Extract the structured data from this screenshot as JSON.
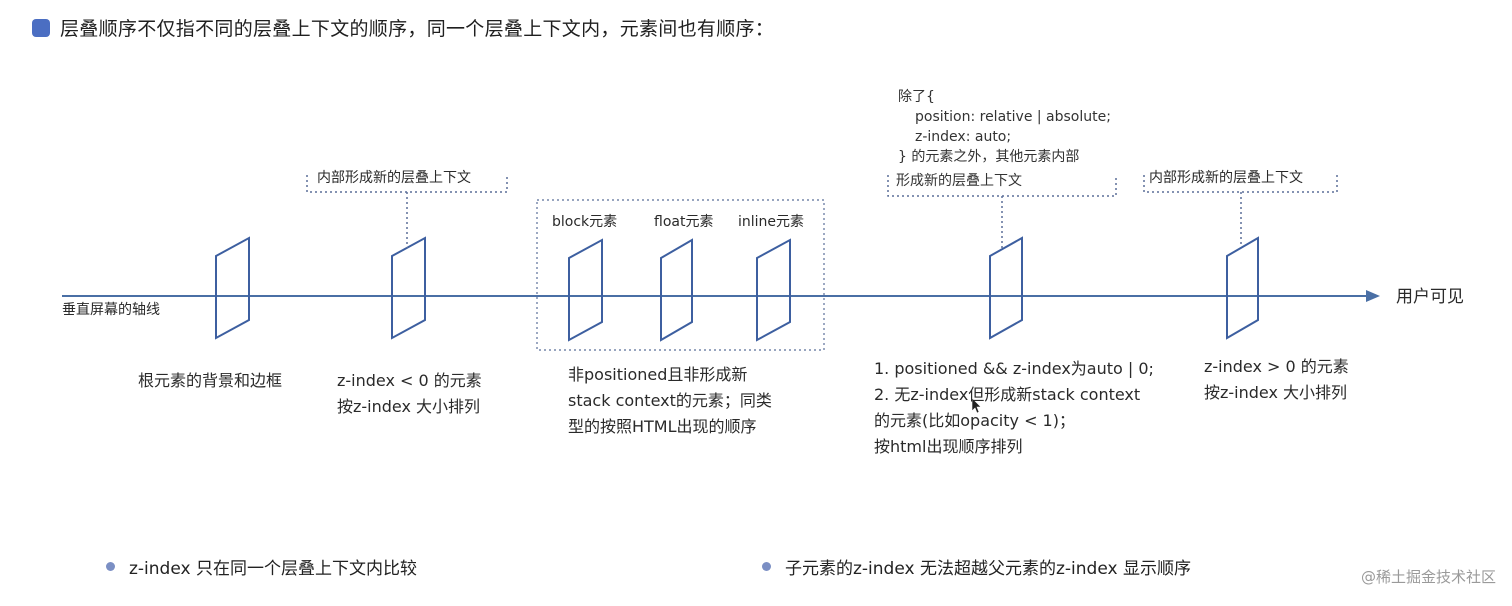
{
  "header": {
    "title": "层叠顺序不仅指不同的层叠上下文的顺序，同一个层叠上下文内，元素间也有顺序："
  },
  "axis": {
    "left_label": "垂直屏幕的轴线",
    "right_label": "用户可见"
  },
  "callouts": {
    "inner_new_context_1": "内部形成新的层叠上下文",
    "inner_new_context_2": "内部形成新的层叠上下文",
    "except_note": {
      "line1": "除了{",
      "line2": "position: relative | absolute;",
      "line3": "z-index: auto;",
      "line4": "} 的元素之外，其他元素内部",
      "line5": "形成新的层叠上下文"
    }
  },
  "group_labels": {
    "block": "block元素",
    "float": "float元素",
    "inline": "inline元素"
  },
  "stages": {
    "root": {
      "line1": "根元素的背景和边框"
    },
    "negative": {
      "line1": "z-index < 0 的元素",
      "line2": "按z-index 大小排列"
    },
    "non_positioned": {
      "line1": "非positioned且非形成新",
      "line2": "stack context的元素；同类",
      "line3": "型的按照HTML出现的顺序"
    },
    "auto_zero": {
      "line1": "1. positioned && z-index为auto | 0;",
      "line2": "2. 无z-index但形成新stack context",
      "line3": "的元素(比如opacity < 1)；",
      "line4": "按html出现顺序排列"
    },
    "positive": {
      "line1": "z-index > 0 的元素",
      "line2": "按z-index 大小排列"
    }
  },
  "bottom_notes": {
    "left": "z-index  只在同一个层叠上下文内比较",
    "right": "子元素的z-index 无法超越父元素的z-index 显示顺序"
  },
  "watermark": "@稀土掘金技术社区",
  "colors": {
    "axis": "#4a6fa5",
    "plane": "#3d5fa0",
    "dotted": "#5b6f99",
    "bullet_square": "#4b6ec2",
    "bullet_dot": "#7b8fc4"
  }
}
